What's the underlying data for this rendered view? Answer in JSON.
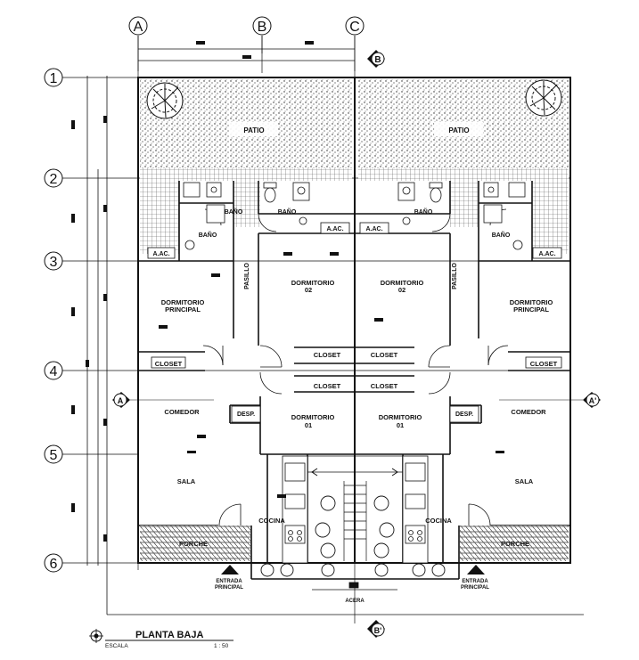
{
  "drawing": {
    "title": "PLANTA BAJA",
    "scale_label": "ESCALA",
    "scale_value": "1 : 50"
  },
  "grid_axes": {
    "columns": [
      "A",
      "B",
      "C"
    ],
    "rows": [
      "1",
      "2",
      "3",
      "4",
      "5",
      "6"
    ]
  },
  "section_marks": {
    "b_top": "B",
    "b_bottom": "B'",
    "a_left": "A",
    "a_right": "A'"
  },
  "rooms": {
    "patio": "PATIO",
    "bano": "BAÑO",
    "aac": "A.AC.",
    "pasillo": "PASILLO",
    "dormitorio_principal_l1": "DORMITORIO",
    "dormitorio_principal_l2": "PRINCIPAL",
    "dormitorio_02_l1": "DORMITORIO",
    "dormitorio_02_l2": "02",
    "dormitorio_01_l1": "DORMITORIO",
    "dormitorio_01_l2": "01",
    "closet": "CLOSET",
    "comedor": "COMEDOR",
    "desp": "DESP.",
    "sala": "SALA",
    "cocina": "COCINA",
    "porche": "PORCHE",
    "entrada_l1": "ENTRADA",
    "entrada_l2": "PRINCIPAL",
    "acera": "ACERA"
  }
}
